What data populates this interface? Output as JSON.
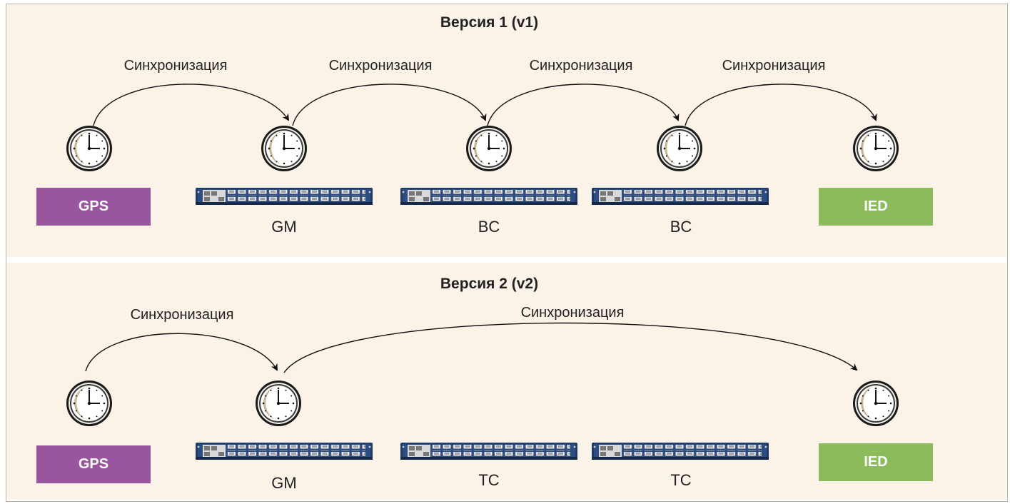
{
  "v1": {
    "title": "Версия 1 (v1)",
    "sync_labels": [
      "Синхронизация",
      "Синхронизация",
      "Синхронизация",
      "Синхронизация"
    ],
    "gps_label": "GPS",
    "ied_label": "IED",
    "device_labels": [
      "GM",
      "BC",
      "BC"
    ]
  },
  "v2": {
    "title": "Версия 2 (v2)",
    "sync_labels": [
      "Синхронизация",
      "Синхронизация"
    ],
    "gps_label": "GPS",
    "ied_label": "IED",
    "device_labels": [
      "GM",
      "TC",
      "TC"
    ]
  },
  "colors": {
    "background": "#fcf3e8",
    "gps": "#9a559f",
    "ied": "#8bbb5b",
    "switch": "#1f3a66"
  },
  "icons": [
    "clock-icon",
    "network-switch-icon",
    "arrow-icon"
  ]
}
